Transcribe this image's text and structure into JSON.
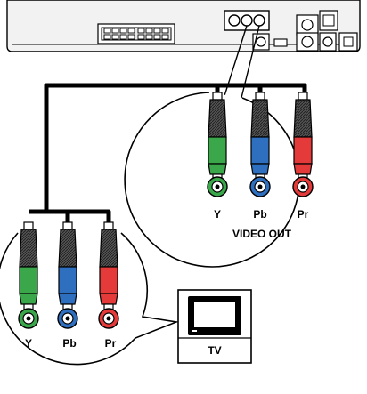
{
  "bottom_labels": {
    "y": "Y",
    "pb": "Pb",
    "pr": "Pr"
  },
  "top_labels": {
    "y": "Y",
    "pb": "Pb",
    "pr": "Pr"
  },
  "output_label": "VIDEO OUT",
  "tv_label": "TV",
  "colors": {
    "y": "#3aa84a",
    "pb": "#2e6fc0",
    "pr": "#e53a3a",
    "line": "#000000",
    "panel": "#f2f2f2"
  }
}
